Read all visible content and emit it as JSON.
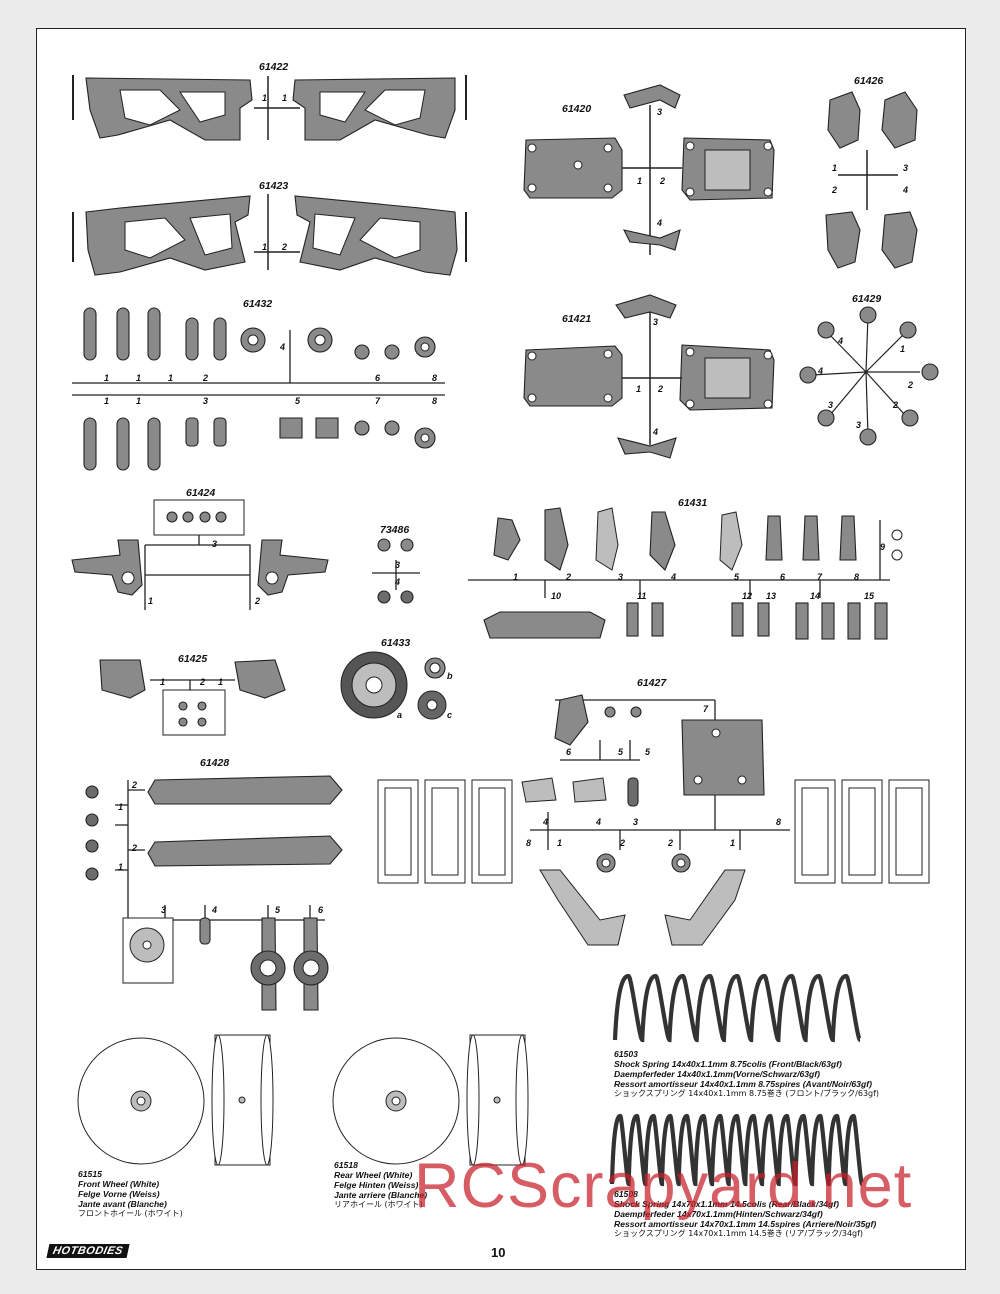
{
  "page": {
    "number": "10",
    "logo": "HOTBODIES"
  },
  "parts": {
    "p61422": "61422",
    "p61423": "61423",
    "p61420": "61420",
    "p61426": "61426",
    "p61432": "61432",
    "p61421": "61421",
    "p61429": "61429",
    "p61424": "61424",
    "p73486": "73486",
    "p61431": "61431",
    "p61425": "61425",
    "p61433": "61433",
    "p61427": "61427",
    "p61428": "61428"
  },
  "springs": {
    "front": {
      "id": "61503",
      "en": "Shock Spring 14x40x1.1mm 8.75colis (Front/Black/63gf)",
      "de": "Daempferfeder 14x40x1.1mm(Vorne/Schwarz/63gf)",
      "fr": "Ressort amortisseur 14x40x1.1mm 8.75spires (Avant/Noir/63gf)",
      "jp": "ショックスプリング 14x40x1.1mm 8.75巻き (フロント/ブラック/63gf)"
    },
    "rear": {
      "id": "61508",
      "en": "Shock Spring 14x70x1.1mm 14.5colis (Rear/Black/34gf)",
      "de": "Daempferfeder 14x70x1.1mm(Hinten/Schwarz/34gf)",
      "fr": "Ressort amortisseur 14x70x1.1mm 14.5spires (Arriere/Noir/35gf)",
      "jp": "ショックスプリング 14x70x1.1mm 14.5巻き (リア/ブラック/34gf)"
    }
  },
  "wheels": {
    "front": {
      "id": "61515",
      "en": "Front Wheel (White)",
      "de": "Felge Vorne (Weiss)",
      "fr": "Jante avant (Blanche)",
      "jp": "フロントホイール (ホワイト)"
    },
    "rear": {
      "id": "61518",
      "en": "Rear Wheel (White)",
      "de": "Felge Hinten (Weiss)",
      "fr": "Jante arriere (Blanche)",
      "jp": "リアホイール (ホワイト)"
    }
  },
  "watermark": "RCScrapyard.net",
  "colors": {
    "part_gray": "#8a8a8a",
    "watermark": "#c81e28"
  }
}
